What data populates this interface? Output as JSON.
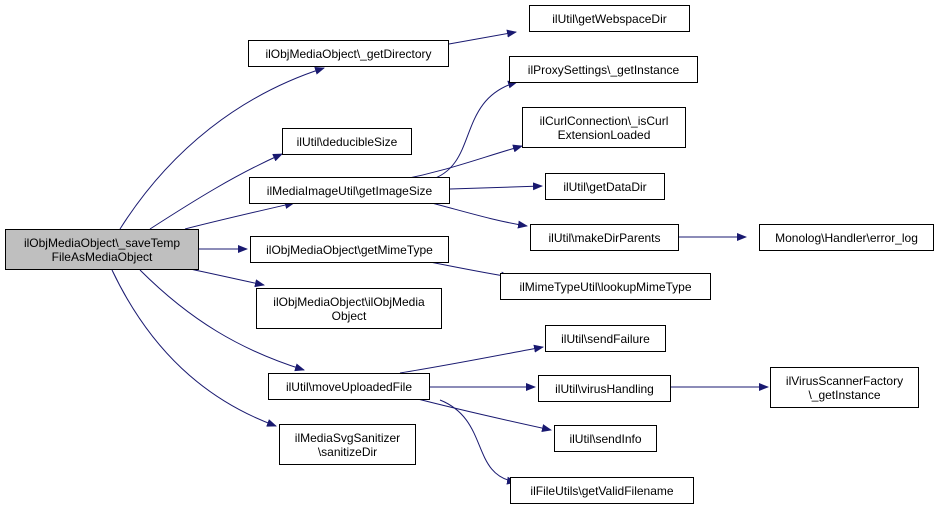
{
  "nodes": {
    "root": [
      "ilObjMediaObject\\_saveTemp",
      "FileAsMediaObject"
    ],
    "getDirectory": [
      "ilObjMediaObject\\_getDirectory"
    ],
    "getWebspaceDir": [
      "ilUtil\\getWebspaceDir"
    ],
    "proxy": [
      "ilProxySettings\\_getInstance"
    ],
    "curl": [
      "ilCurlConnection\\_isCurl",
      "ExtensionLoaded"
    ],
    "deducibleSize": [
      "ilUtil\\deducibleSize"
    ],
    "getImageSize": [
      "ilMediaImageUtil\\getImageSize"
    ],
    "getDataDir": [
      "ilUtil\\getDataDir"
    ],
    "makeDirParents": [
      "ilUtil\\makeDirParents"
    ],
    "monolog": [
      "Monolog\\Handler\\error_log"
    ],
    "getMimeType": [
      "ilObjMediaObject\\getMimeType"
    ],
    "lookupMimeType": [
      "ilMimeTypeUtil\\lookupMimeType"
    ],
    "ctor": [
      "ilObjMediaObject\\ilObjMedia",
      "Object"
    ],
    "sendFailure": [
      "ilUtil\\sendFailure"
    ],
    "moveUploadedFile": [
      "ilUtil\\moveUploadedFile"
    ],
    "virusHandling": [
      "ilUtil\\virusHandling"
    ],
    "virusScanner": [
      "ilVirusScannerFactory",
      "\\_getInstance"
    ],
    "sendInfo": [
      "ilUtil\\sendInfo"
    ],
    "svgSanitizer": [
      "ilMediaSvgSanitizer",
      "\\sanitizeDir"
    ],
    "validFilename": [
      "ilFileUtils\\getValidFilename"
    ]
  },
  "colors": {
    "edge": "#191970",
    "node_border": "#000000",
    "root_fill": "#bfbfbf"
  }
}
